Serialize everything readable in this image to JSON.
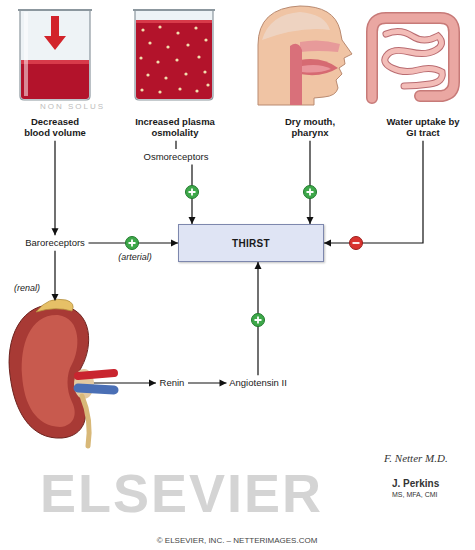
{
  "diagram": {
    "nodes": [
      {
        "text": [
          "Decreased blood volume"
        ]
      },
      {
        "text": [
          "Increased plasma osmolality"
        ]
      },
      {
        "text": [
          "Dry mouth, pharynx"
        ]
      },
      {
        "text": [
          "Water uptake by GI tract"
        ]
      },
      {
        "text": [
          "Osmoreceptors"
        ]
      },
      {
        "text": [
          "THIRST"
        ]
      },
      {
        "text": [
          "Baroreceptors"
        ]
      },
      {
        "text": [
          "Renin"
        ]
      },
      {
        "text": [
          "Angiotensin II"
        ]
      }
    ],
    "edges": [
      {
        "from": 0,
        "to": 6,
        "arrow": "to"
      },
      {
        "from": 1,
        "to": 4,
        "arrow": "none"
      },
      {
        "from": 4,
        "to": 5,
        "arrow": "to"
      },
      {
        "from": 2,
        "to": 5,
        "arrow": "to"
      },
      {
        "from": 3,
        "to": 5,
        "arrow": "to"
      },
      {
        "from": 6,
        "to": 5,
        "label": "(arterial)",
        "arrow": "to"
      },
      {
        "from": 6,
        "to": 7,
        "label": "(renal)",
        "arrow": "to"
      },
      {
        "from": 7,
        "to": 8,
        "arrow": "to"
      },
      {
        "from": 8,
        "to": 5,
        "arrow": "to"
      }
    ],
    "labels": [
      "NON SOLUS",
      "ELSEVIER",
      "F. Netter M.D.",
      "J. Perkins",
      "MS, MFA, CMI",
      "© ELSEVIER, INC. – NETTERIMAGES.COM"
    ]
  }
}
